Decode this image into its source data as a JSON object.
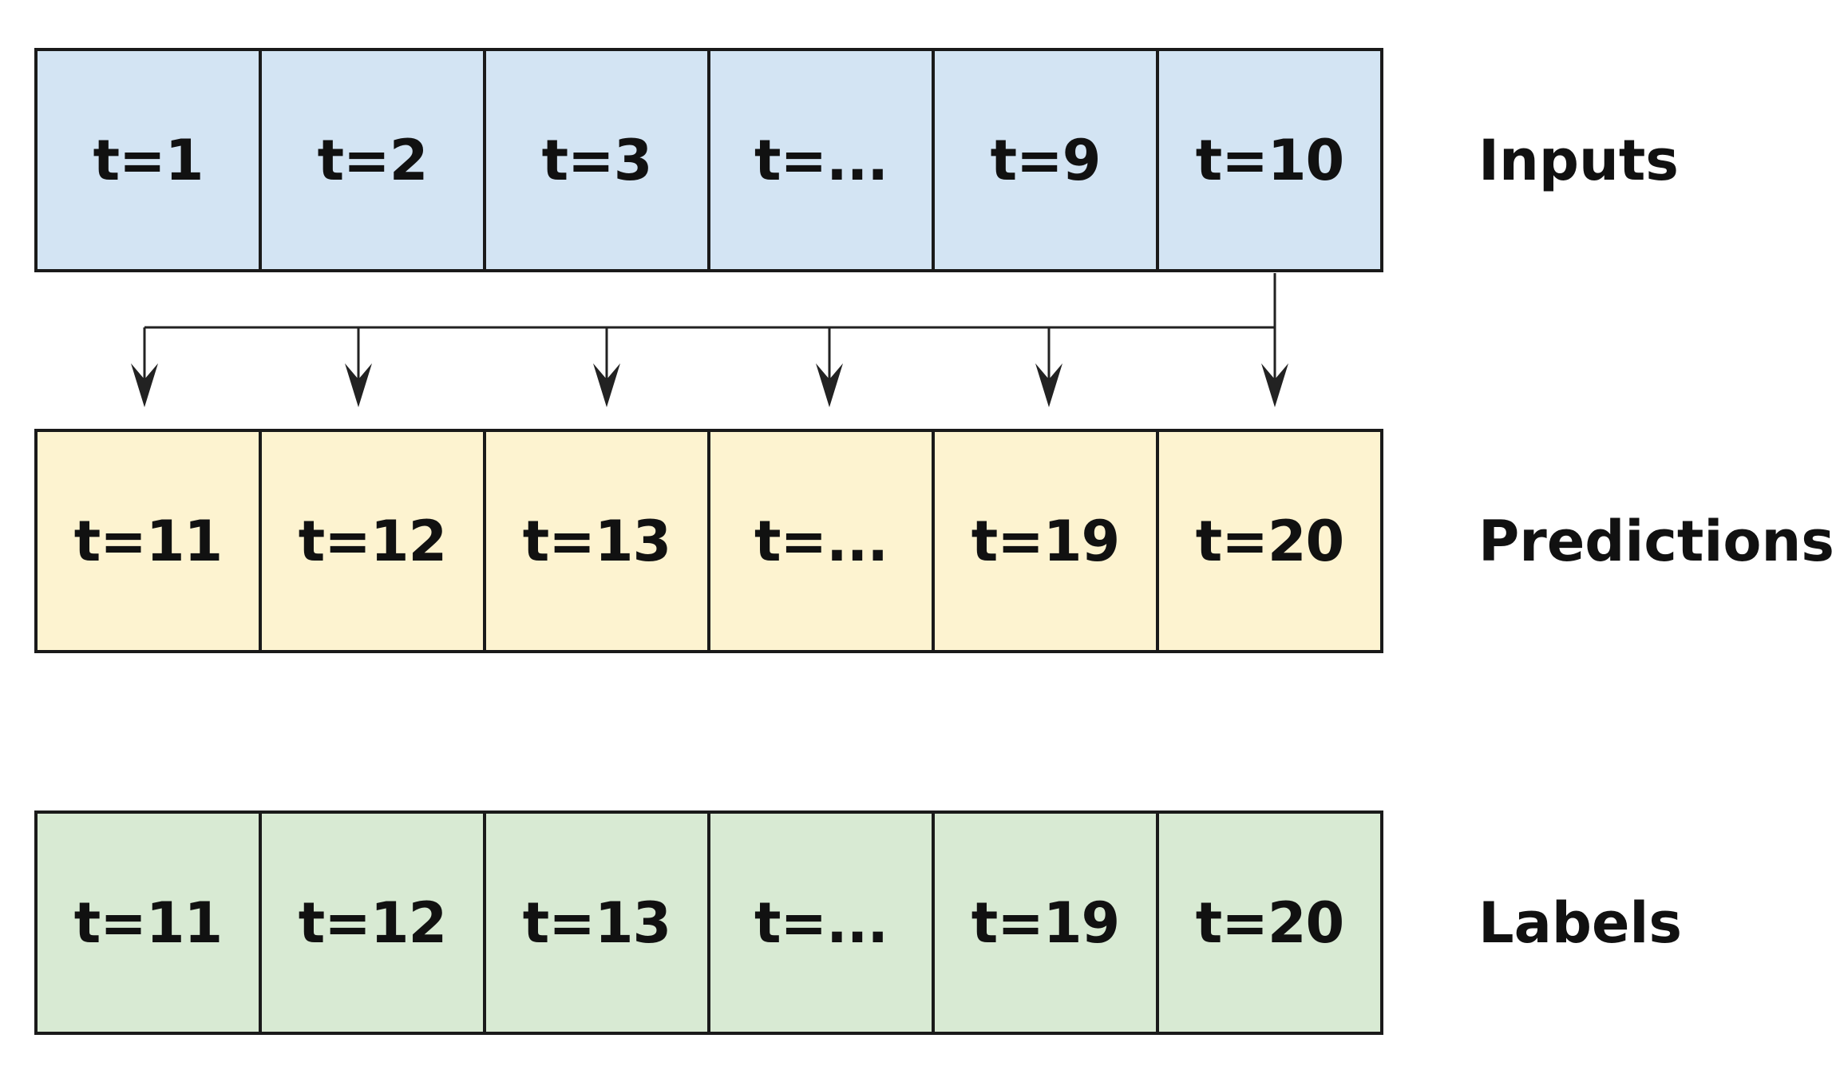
{
  "colors": {
    "inputs": "#d3e4f3",
    "predictions": "#fdf3d0",
    "labels": "#d8ead3",
    "border": "#1a1a1a",
    "arrow": "#222222"
  },
  "rows": {
    "inputs": {
      "label": "Inputs",
      "cells": [
        "t=1",
        "t=2",
        "t=3",
        "t=...",
        "t=9",
        "t=10"
      ]
    },
    "predictions": {
      "label": "Predictions",
      "cells": [
        "t=11",
        "t=12",
        "t=13",
        "t=...",
        "t=19",
        "t=20"
      ]
    },
    "labels": {
      "label": "Labels",
      "cells": [
        "t=11",
        "t=12",
        "t=13",
        "t=...",
        "t=19",
        "t=20"
      ]
    }
  }
}
